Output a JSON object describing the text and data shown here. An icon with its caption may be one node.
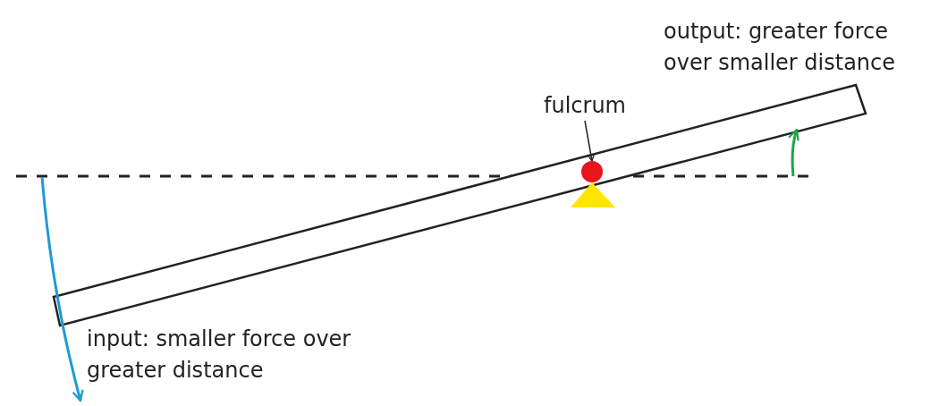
{
  "diagram": {
    "nodes": [
      {
        "text": [
          "fulcrum"
        ]
      },
      {
        "text": [],
        "shape": "circle"
      }
    ],
    "edges": [
      {
        "from": 0,
        "to": 1,
        "arrow": "to"
      }
    ],
    "labels": [
      "output: greater force over smaller distance",
      "input: smaller force over greater distance"
    ]
  }
}
